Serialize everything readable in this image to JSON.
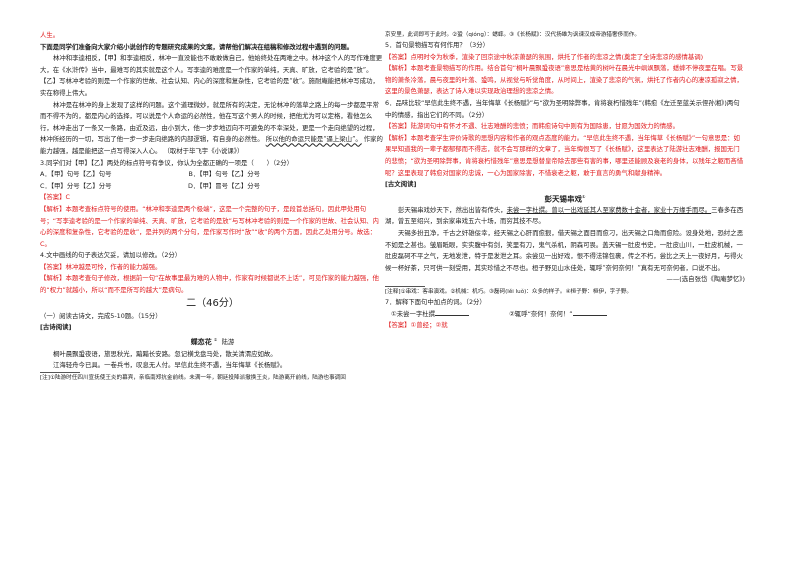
{
  "left": {
    "top_red": "人生。",
    "intro": "下面是同学们准备向大家介绍小说创作的专题研究成果的文案，请帮他们解决在组稿和修改过程中遇到的问题。",
    "passage": [
      "林冲和李逵相反，【甲】和李逵相反，林冲一直没能也不敢敢做自己，他始终处在两难之中。林冲这个人的写作难度更大，在《水浒传》当中，最难写的其实就是这个人。写李逵的难度是一个作家的单纯，天真、旷放，它考验的是“放”。【乙】写林冲考验的则是一个作家的世故、社会认知、内心的深度和复杂性，它考验的是“收”。施耐庵能把林冲写成功，实在称得上伟大。",
      "林冲是在林冲的身上发现了这样的问题。这个道理微妙，就是所有的决定，无论林冲的落草之路上的每一步都是平常而不得不为的，都是内心的选择，可以说是个人命运的必然性，他在写这个男人的时候，把他尤为可以定格，看他怎么行，林冲走出了一条又一条路，由近及远，由小到大，他一步步地迈向不可避免的不幸深处，更是一个走向绝望的过程，林冲所经历的一切，写出了他一步一步走向绝路的内部逻辑，有自身的必然性。"
    ],
    "passage_tail_wavy": "所以他的命运只能是“逼上梁山”。",
    "passage_tail": "作家的能力越强，越是能把这一点写得深入人心。",
    "source": "（取材于毕飞宇《小说课》）",
    "q3": "3.同学们对【甲】【乙】两处的标点符号有争议，你认为全都正确的一项是（　　）（2分）",
    "q3_opts": [
      "A．【甲】句号【乙】句号",
      "B．【甲】句号【乙】分号",
      "C．【甲】分号【乙】分号",
      "D．【甲】冒号【乙】分号"
    ],
    "q3_answer": "【答案】C",
    "q3_analysis": "【解析】本题考查标点符号的使用。“林冲和李逵是两个极端”，这是一个完整的句子，是段首总括句，因此甲处用句号；“写李逵考验的是一个作家的单纯、天真、旷放，它考验的是放”与写林冲考验的则是一个作家的世故、社会认知、内心的深度和复杂性，它考验的是收”，是并列的两个分句，是作家写作时“放”“收”的两个方面，因此乙处用分号。故选：C。",
    "q4": "4.文中画线的句子表达欠妥，请加以修改。（2分）",
    "q4_answer": "【答案】林冲越是可怜，作者的能力越强。",
    "q4_analysis": "【解析】本题考查句子修改，根据前一句“在故事里最为难的人物中，作家有时候都说不上话”，可见作家的能力越强，他的“权力”就越小，所以“而不是所写的越大”是病句。",
    "section_title": "二（46分）",
    "sub1": "（一）阅读古诗文，完成5-10题。（15分）",
    "poem_label": "[古诗阅读]",
    "poem_title": "蝶恋花",
    "poem_author": "陆游",
    "poem_lines": [
      "桐叶晨飘蛩夜语，旅思秋光，黯黯长安路。忽记横戈盘马处，散关清渭应如故。",
      "江海轻舟今已具。一卷兵书，叹息无人付。早信此生终不遇，当年悔草《长杨赋》。"
    ],
    "note": "[注]①陆游时任四川宣抚使王炎的幕宾，亲临南郑抗金前线。未满一年，朝廷投降派撤换王炎，陆游离开前线，陆游也事调回"
  },
  "right": {
    "top_line": "京安里，此词即写于此时。②蛩（qióng）：蟋蟀。③《长杨赋》：汉代扬雄为讽谏汉成帝游猎奢侈而作。",
    "q5": "5．首句景物描写有何作用？（3分）",
    "q5_answer": "【答案】点明时令为秋季，渲染了回京途中秋凉萧瑟的氛围，烘托了作者的悲凉之情(奠定了全诗悲凉的感情基调)",
    "q5_analysis": "【解析】本题考查景物描写的作用。结合首句“桐叶晨飘蛩夜语”意思是枯黄的树叶在晨光中飒飒飘落，蟋蟀不停夜里在唱。写景物的萧条冷落，晨与夜里的叶落、蛩鸣，从视觉与听觉角度，从时间上，渲染了悲凉的气氛，烘托了作者内心的凄凉孤寂之情，这里的景色萧瑟，表达了诗人难以实现政治理想的悲凉之情。",
    "q6": "6．品味比较“早信此生终不遇，当年悔草《长杨赋》”与“欲为圣明除弊事，肯将衰朽惜残年”(韩愈《左迁至蓝关示侄孙湘》)两句中的情感，指出它们的不同。（2分）",
    "q6_answer": "【答案】陆游词句中有怀才不遇、壮志难酬的悲愤；而韩愈诗句中则有为国除患，甘愿为国效力的情感。",
    "q6_analysis": "【解析】本题考查学生评价诗歌的思想内容和作者的观点态度的能力。“早信此生终不遇，当年悔草《长杨赋》”一句意思是：如果早知道我的一辈子都郁郁而不得志，就不会写那样的文章了，当年悔恨写了《长杨赋》，这里表达了陆游壮志难酬，报国无门的悲愤；“欲为圣明除弊事，肯将衰朽惜残年”意思是想替皇帝除去那些有害的事，哪里还能顾及衰老的身体，以残年之躯而吝惜呢？这里表现了韩愈对国家的忠诚，一心为国家除害，不惜衰老之躯，敢于直言的勇气和献身精神。",
    "classic_label": "[古文阅读]",
    "classic_title": "彭天锡串戏",
    "classic_p1_pre": "彭天锡串戏妙天下，然出出皆有传头，",
    "classic_p1_under": "未尝一字杜撰。曾以一出戏延其人至家费数十金者，家业十万缘手而尽。",
    "classic_p1_post": "三春多在西湖，曾五至绍兴，到余家串戏五六十场，而穷其技不尽。",
    "classic_p2": "天锡多扮丑净，千古之奸雄佞幸，经天锡之心肝而愈狠，借天锡之面目而愈刁，出天锡之口角而愈险。设身处地，恐纣之恶不如是之甚也。皱眉眡眼，实实腹中有剑，笑里有刀，鬼气杀机，阴森可畏。盖天锡一肚皮书史，一肚皮山川，一肚皮机械，一肚皮磊砢不平之气，无地发泄，特于是发泄之耳。余尝见一出好戏，恨不得法锦包裹，传之不朽，尝比之天上一夜好月，与得火候一杯好茶，只可供一刻受用，其实珍惜之不尽也。桓子野见山水佳处，辄呼“奈何奈何！”真有无可奈何者，口说不出。",
    "classic_source": "——(选自张岱《陶庵梦忆》)",
    "classic_note": "[注释]①串戏：客串演戏。②机械：机巧。③磊砢(lěi luǒ)：众多的样子。④桓子野：桓伊，字子野。",
    "q7": "7．解释下面句中加点的词。（2分）",
    "q7_item1": "①未尝一字杜撰",
    "q7_item2": "②辄呼“奈何！奈何！”",
    "q7_answer": "【答案】①曾经；②就"
  }
}
